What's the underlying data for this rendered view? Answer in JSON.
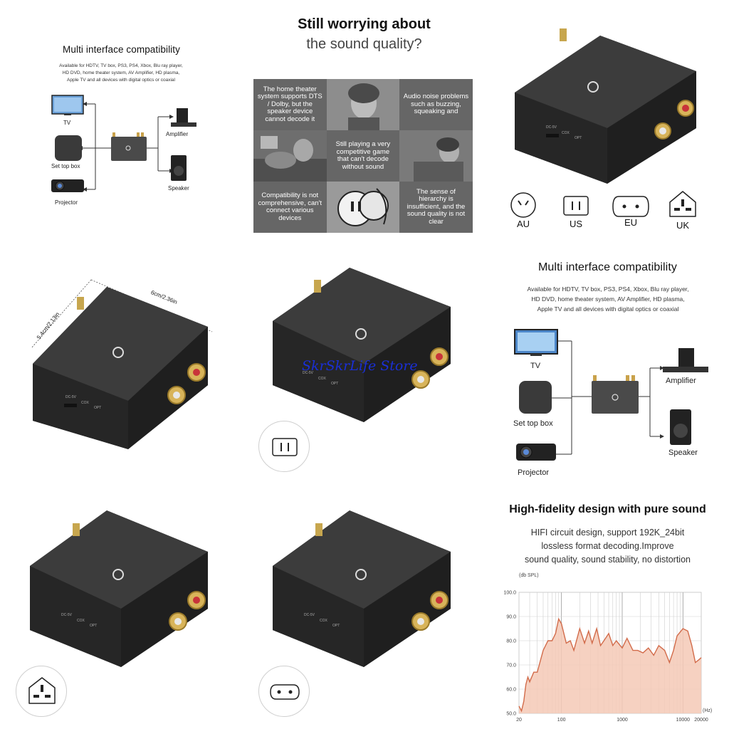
{
  "compat": {
    "title": "Multi interface compatibility",
    "desc_line1": "Available for HDTV, TV box, PS3, PS4, Xbox, Blu ray player,",
    "desc_line2": "HD DVD, home theater system, AV Amplifier, HD plasma,",
    "desc_line3": "Apple TV and all devices with digital optics or coaxial",
    "devices": {
      "tv": "TV",
      "settop": "Set top box",
      "projector": "Projector",
      "amplifier": "Amplifier",
      "speaker": "Speaker"
    }
  },
  "worry": {
    "title_line1": "Still worrying about",
    "title_line2": "the sound quality?",
    "cells": [
      "The home theater system supports DTS / Dolby, but the speaker device cannot decode it",
      "Audio noise problems such as buzzing, squeaking and",
      "Still playing a very competitive game that can't decode without sound",
      "Compatibility is not comprehensive, can't connect various devices",
      "The sense of hierarchy is insufficient, and the sound quality is not clear"
    ]
  },
  "plugs": {
    "au": "AU",
    "us": "US",
    "eu": "EU",
    "uk": "UK"
  },
  "dimensions": {
    "width": "6cm/2.36in",
    "depth": "5.4cm/2.13in"
  },
  "device_labels": {
    "dc": "DC-5V",
    "cox": "COX",
    "opt": "OPT"
  },
  "watermark": "SkrSkrLife Store",
  "hifi": {
    "title": "High-fidelity design with pure sound",
    "desc_line1": "HIFI circuit design, support 192K_24bit",
    "desc_line2": "lossless format decoding.Improve",
    "desc_line3": "sound quality, sound stability, no distortion"
  },
  "chart_data": {
    "type": "area",
    "xlabel": "(Hz)",
    "ylabel": "(db SPL)",
    "x_scale": "log",
    "xlim": [
      20,
      20000
    ],
    "ylim": [
      50,
      100
    ],
    "x_ticks": [
      "20",
      "100",
      "1000",
      "10000",
      "20000"
    ],
    "y_ticks": [
      "100.0",
      "90.0",
      "80.0",
      "70.0",
      "60.0",
      "50.0"
    ],
    "grid": true,
    "x": [
      20,
      22,
      24,
      26,
      28,
      30,
      35,
      40,
      50,
      60,
      70,
      80,
      90,
      100,
      120,
      140,
      160,
      200,
      240,
      280,
      320,
      380,
      440,
      500,
      600,
      700,
      800,
      1000,
      1200,
      1500,
      1800,
      2200,
      2700,
      3300,
      4000,
      5000,
      6000,
      7000,
      8000,
      10000,
      12000,
      14000,
      16000,
      18000,
      20000
    ],
    "y": [
      53,
      51,
      55,
      62,
      65,
      63,
      67,
      67,
      76,
      80,
      80,
      83,
      89,
      87,
      79,
      80,
      76,
      85,
      79,
      84,
      79,
      85,
      78,
      80,
      83,
      78,
      80,
      77,
      81,
      76,
      76,
      75,
      77,
      74,
      78,
      76,
      71,
      76,
      82,
      85,
      84,
      78,
      71,
      72,
      73
    ]
  }
}
